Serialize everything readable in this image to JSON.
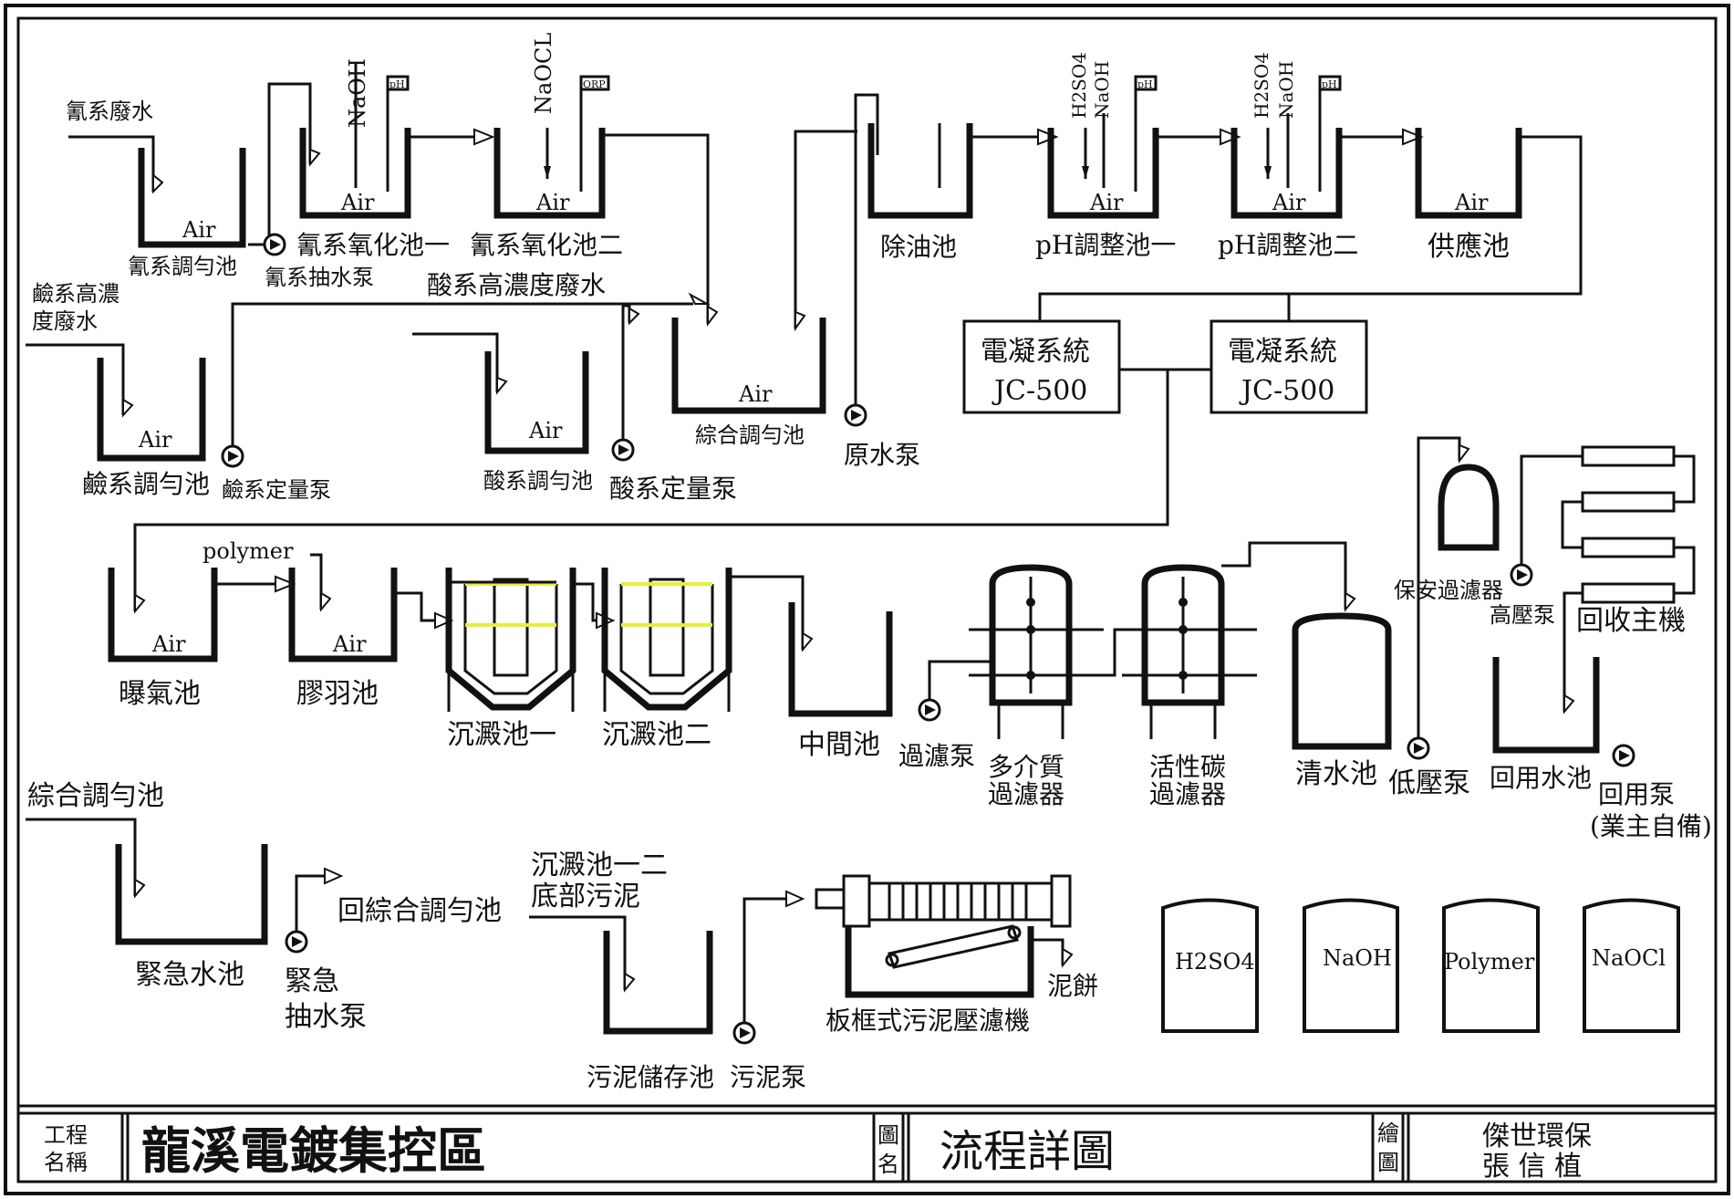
{
  "colors": {
    "line": "#111111",
    "background": "#ffffff",
    "highlight": "#e6ef3a"
  },
  "labels": {
    "cyanide_wastewater": "氰系廢水",
    "cyanide_eq_tank": "氰系調勻池",
    "cyanide_pump": "氰系抽水泵",
    "cyanide_ox1": "氰系氧化池一",
    "cyanide_ox2": "氰系氧化池二",
    "naoh": "NaOH",
    "naocl": "NaOCL",
    "ph": "pH",
    "orp": "ORP",
    "h2so4": "H2SO4",
    "alkali_wastewater": "鹼系高濃度廢水",
    "alkali_wastewater_l1": "鹼系高濃",
    "alkali_wastewater_l2": "度廢水",
    "acid_wastewater": "酸系高濃度廢水",
    "alkali_eq_tank": "鹼系調勻池",
    "alkali_pump": "鹼系定量泵",
    "acid_eq_tank": "酸系調勻池",
    "acid_pump": "酸系定量泵",
    "combined_eq_tank": "綜合調勻池",
    "raw_pump": "原水泵",
    "oil_removal": "除油池",
    "ph_adj1": "pH調整池一",
    "ph_adj2": "pH調整池二",
    "supply_tank": "供應池",
    "electro1_l1": "電凝系統",
    "electro1_l2": "JC-500",
    "electro2_l1": "電凝系統",
    "electro2_l2": "JC-500",
    "polymer": "polymer",
    "aeration": "曝氣池",
    "flocculation": "膠羽池",
    "sediment1": "沉澱池一",
    "sediment2": "沉澱池二",
    "intermediate": "中間池",
    "filter_pump": "過濾泵",
    "multimedia_l1": "多介質",
    "multimedia_l2": "過濾器",
    "carbon_l1": "活性碳",
    "carbon_l2": "過濾器",
    "clear_tank": "清水池",
    "low_pump": "低壓泵",
    "safety_filter": "保安過濾器",
    "high_pump": "高壓泵",
    "recovery_unit": "回收主機",
    "reuse_tank": "回用水池",
    "reuse_pump": "回用泵",
    "owner_supplied": "(業主自備)",
    "combined_eq_ref": "綜合調勻池",
    "emergency_tank": "緊急水池",
    "emergency_pump_l1": "緊急",
    "emergency_pump_l2": "抽水泵",
    "return_combined": "回綜合調勻池",
    "sludge_src_l1": "沉澱池一二",
    "sludge_src_l2": "底部污泥",
    "sludge_tank": "污泥儲存池",
    "sludge_pump": "污泥泵",
    "filter_press": "板框式污泥壓濾機",
    "sludge_cake": "泥餅",
    "air": "Air",
    "tank_h2so4": "H2SO4",
    "tank_naoh": "NaOH",
    "tank_polymer": "Polymer",
    "tank_naocl": "NaOCl"
  },
  "title_block": {
    "project_label_l1": "工程",
    "project_label_l2": "名稱",
    "project_name": "龍溪電鍍集控區",
    "drawing_label_l1": "圖",
    "drawing_label_l2": "名",
    "drawing_name": "流程詳圖",
    "drawn_label_l1": "繪",
    "drawn_label_l2": "圖",
    "company": "傑世環保",
    "drafter": "張 信 植"
  }
}
